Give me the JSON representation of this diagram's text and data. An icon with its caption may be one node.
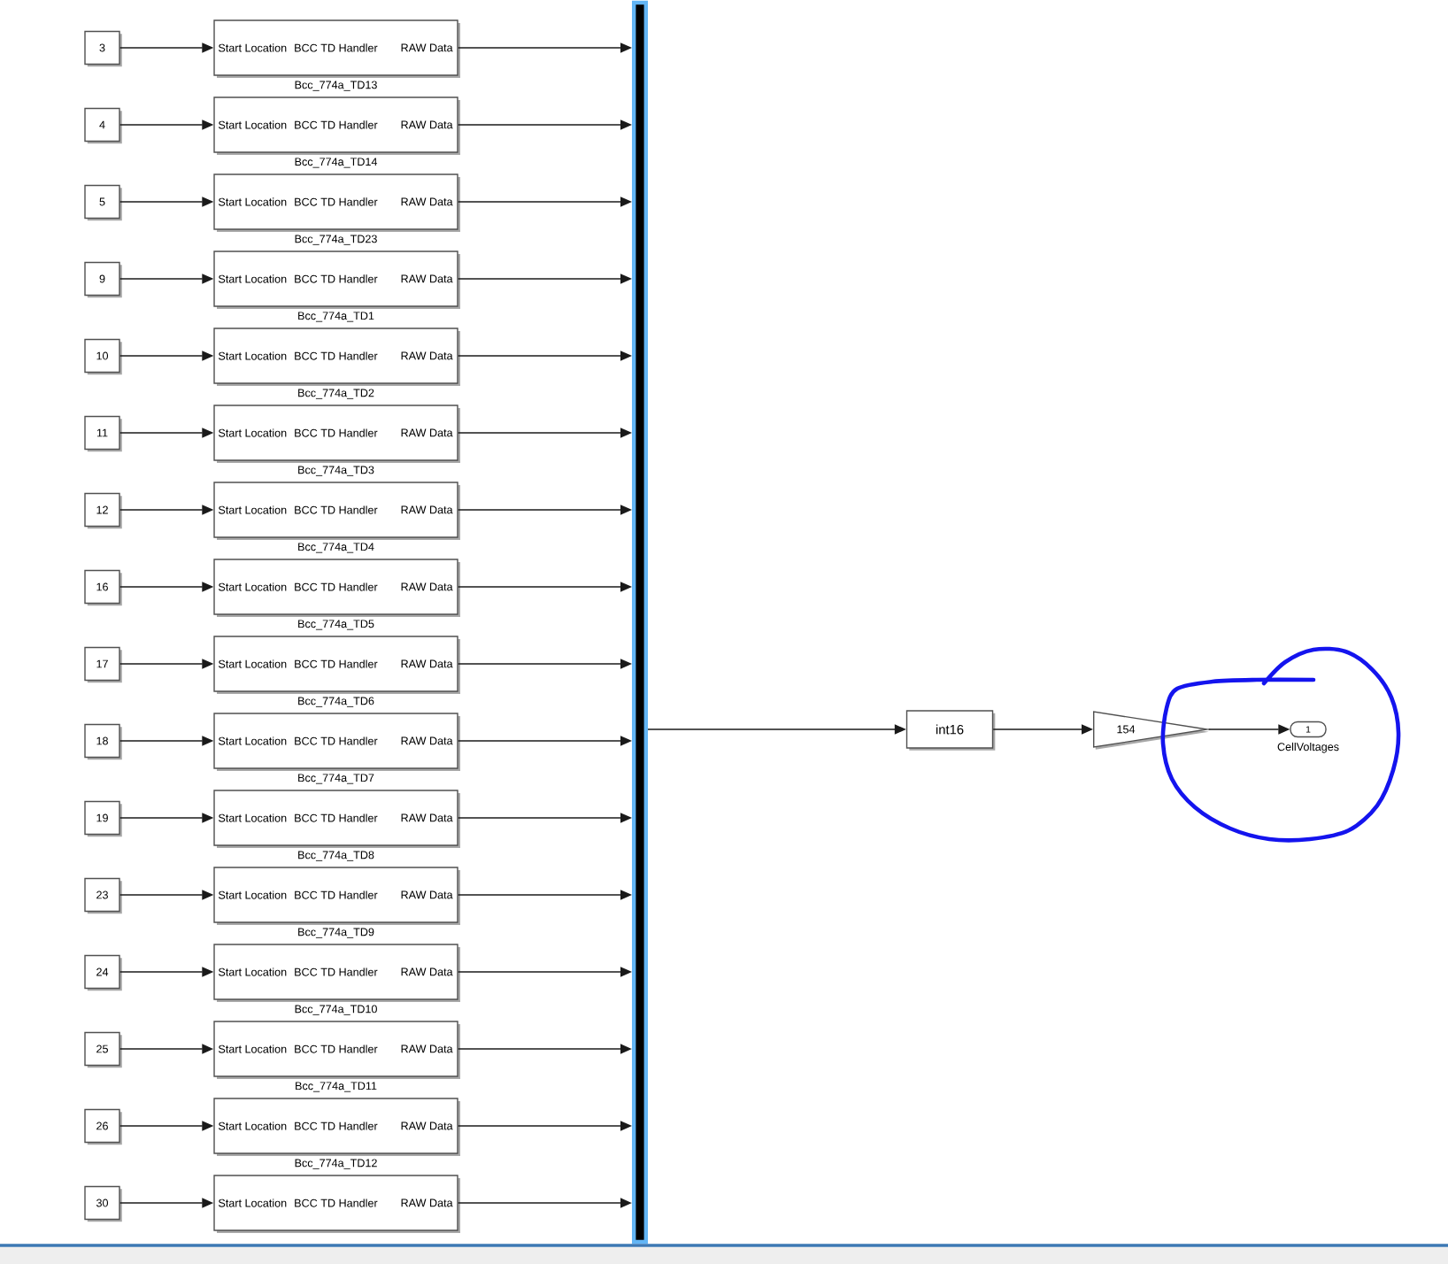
{
  "diagram": {
    "nodes": [
      {
        "text": [
          "3"
        ]
      },
      {
        "text": [
          "Start Location",
          "BCC TD Handler",
          "RAW Data"
        ],
        "beside": [
          "Bcc_774a_TD13"
        ]
      },
      {
        "text": [
          "4"
        ]
      },
      {
        "text": [
          "Start Location",
          "BCC TD Handler",
          "RAW Data"
        ],
        "beside": [
          "Bcc_774a_TD14"
        ]
      },
      {
        "text": [
          "5"
        ]
      },
      {
        "text": [
          "Start Location",
          "BCC TD Handler",
          "RAW Data"
        ],
        "beside": [
          "Bcc_774a_TD23"
        ]
      },
      {
        "text": [
          "9"
        ]
      },
      {
        "text": [
          "Start Location",
          "BCC TD Handler",
          "RAW Data"
        ],
        "beside": [
          "Bcc_774a_TD1"
        ]
      },
      {
        "text": [
          "10"
        ]
      },
      {
        "text": [
          "Start Location",
          "BCC TD Handler",
          "RAW Data"
        ],
        "beside": [
          "Bcc_774a_TD2"
        ]
      },
      {
        "text": [
          "11"
        ]
      },
      {
        "text": [
          "Start Location",
          "BCC TD Handler",
          "RAW Data"
        ],
        "beside": [
          "Bcc_774a_TD3"
        ]
      },
      {
        "text": [
          "12"
        ]
      },
      {
        "text": [
          "Start Location",
          "BCC TD Handler",
          "RAW Data"
        ],
        "beside": [
          "Bcc_774a_TD4"
        ]
      },
      {
        "text": [
          "16"
        ]
      },
      {
        "text": [
          "Start Location",
          "BCC TD Handler",
          "RAW Data"
        ],
        "beside": [
          "Bcc_774a_TD5"
        ]
      },
      {
        "text": [
          "17"
        ]
      },
      {
        "text": [
          "Start Location",
          "BCC TD Handler",
          "RAW Data"
        ],
        "beside": [
          "Bcc_774a_TD6"
        ]
      },
      {
        "text": [
          "18"
        ]
      },
      {
        "text": [
          "Start Location",
          "BCC TD Handler",
          "RAW Data"
        ],
        "beside": [
          "Bcc_774a_TD7"
        ]
      },
      {
        "text": [
          "19"
        ]
      },
      {
        "text": [
          "Start Location",
          "BCC TD Handler",
          "RAW Data"
        ],
        "beside": [
          "Bcc_774a_TD8"
        ]
      },
      {
        "text": [
          "23"
        ]
      },
      {
        "text": [
          "Start Location",
          "BCC TD Handler",
          "RAW Data"
        ],
        "beside": [
          "Bcc_774a_TD9"
        ]
      },
      {
        "text": [
          "24"
        ]
      },
      {
        "text": [
          "Start Location",
          "BCC TD Handler",
          "RAW Data"
        ],
        "beside": [
          "Bcc_774a_TD10"
        ]
      },
      {
        "text": [
          "25"
        ]
      },
      {
        "text": [
          "Start Location",
          "BCC TD Handler",
          "RAW Data"
        ],
        "beside": [
          "Bcc_774a_TD11"
        ]
      },
      {
        "text": [
          "26"
        ]
      },
      {
        "text": [
          "Start Location",
          "BCC TD Handler",
          "RAW Data"
        ],
        "beside": [
          "Bcc_774a_TD12"
        ]
      },
      {
        "text": [
          "30"
        ]
      },
      {
        "text": [
          "Start Location",
          "BCC TD Handler",
          "RAW Data"
        ]
      },
      {
        "text": [],
        "shape": "bar"
      },
      {
        "text": [
          "int16"
        ]
      },
      {
        "text": [
          "154"
        ]
      },
      {
        "text": [
          "1"
        ],
        "beside": [
          "CellVoltages"
        ]
      }
    ],
    "edges": [
      {
        "from": 0,
        "to": 1,
        "arrow": "to"
      },
      {
        "from": 1,
        "to": 32,
        "arrow": "to"
      },
      {
        "from": 2,
        "to": 3,
        "arrow": "to"
      },
      {
        "from": 3,
        "to": 32,
        "arrow": "to"
      },
      {
        "from": 4,
        "to": 5,
        "arrow": "to"
      },
      {
        "from": 5,
        "to": 32,
        "arrow": "to"
      },
      {
        "from": 6,
        "to": 7,
        "arrow": "to"
      },
      {
        "from": 7,
        "to": 32,
        "arrow": "to"
      },
      {
        "from": 8,
        "to": 9,
        "arrow": "to"
      },
      {
        "from": 9,
        "to": 32,
        "arrow": "to"
      },
      {
        "from": 10,
        "to": 11,
        "arrow": "to"
      },
      {
        "from": 11,
        "to": 32,
        "arrow": "to"
      },
      {
        "from": 12,
        "to": 13,
        "arrow": "to"
      },
      {
        "from": 13,
        "to": 32,
        "arrow": "to"
      },
      {
        "from": 14,
        "to": 15,
        "arrow": "to"
      },
      {
        "from": 15,
        "to": 32,
        "arrow": "to"
      },
      {
        "from": 16,
        "to": 17,
        "arrow": "to"
      },
      {
        "from": 17,
        "to": 32,
        "arrow": "to"
      },
      {
        "from": 18,
        "to": 19,
        "arrow": "to"
      },
      {
        "from": 19,
        "to": 32,
        "arrow": "to"
      },
      {
        "from": 20,
        "to": 21,
        "arrow": "to"
      },
      {
        "from": 21,
        "to": 32,
        "arrow": "to"
      },
      {
        "from": 22,
        "to": 23,
        "arrow": "to"
      },
      {
        "from": 23,
        "to": 32,
        "arrow": "to"
      },
      {
        "from": 24,
        "to": 25,
        "arrow": "to"
      },
      {
        "from": 25,
        "to": 32,
        "arrow": "to"
      },
      {
        "from": 26,
        "to": 27,
        "arrow": "to"
      },
      {
        "from": 27,
        "to": 32,
        "arrow": "to"
      },
      {
        "from": 28,
        "to": 29,
        "arrow": "to"
      },
      {
        "from": 29,
        "to": 32,
        "arrow": "to"
      },
      {
        "from": 30,
        "to": 31,
        "arrow": "to"
      },
      {
        "from": 31,
        "to": 32,
        "arrow": "to"
      },
      {
        "from": 32,
        "to": 33,
        "arrow": "to"
      },
      {
        "from": 33,
        "to": 34,
        "arrow": "to"
      },
      {
        "from": 34,
        "to": 35,
        "arrow": "to"
      }
    ]
  }
}
